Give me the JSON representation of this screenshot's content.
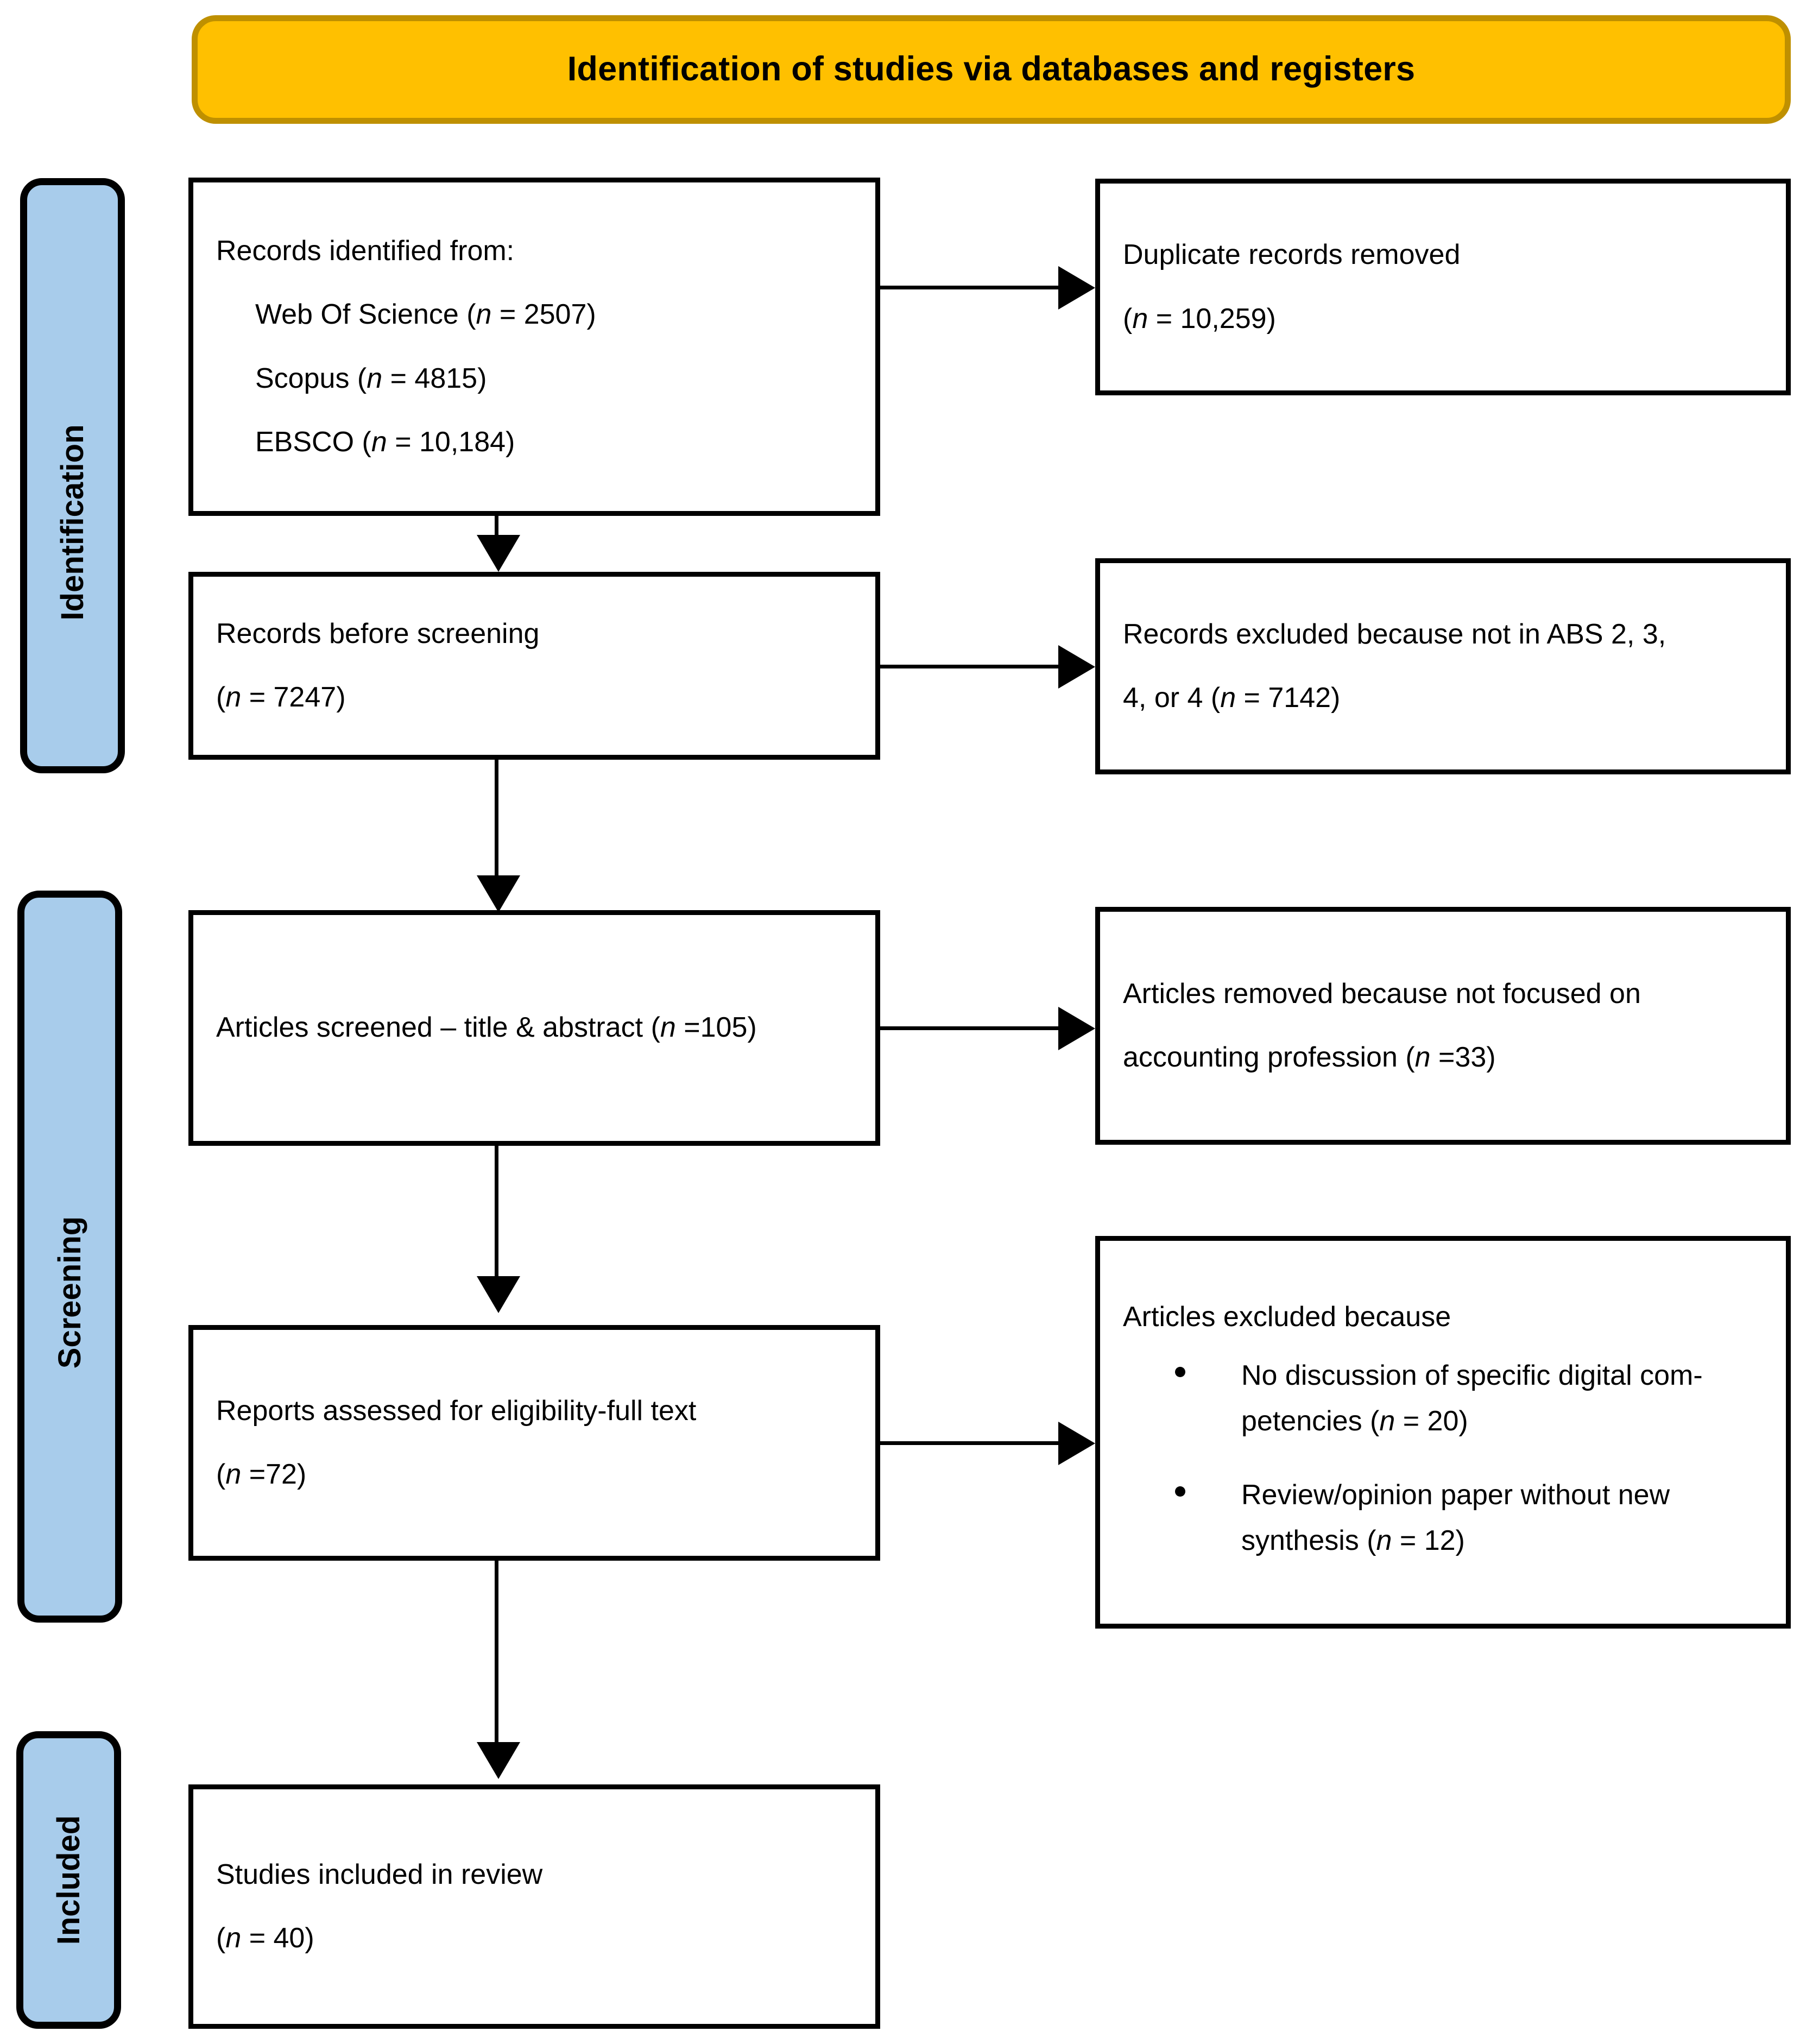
{
  "banner": {
    "title": "Identification of studies via databases and registers",
    "fill": "#FFC000",
    "border": "#BF9000"
  },
  "phases": {
    "fill": "#A8CCEB",
    "items": [
      {
        "label": "Identification"
      },
      {
        "label": "Screening"
      },
      {
        "label": "Included"
      }
    ]
  },
  "boxes": {
    "identified": {
      "heading": "Records identified from:",
      "sources": [
        {
          "pre": "Web Of Science (",
          "n": "n",
          "post": " = 2507)"
        },
        {
          "pre": "Scopus (",
          "n": "n",
          "post": " = 4815)"
        },
        {
          "pre": "EBSCO (",
          "n": "n",
          "post": " = 10,184)"
        }
      ]
    },
    "duplicates": {
      "line1": "Duplicate records removed",
      "line2_pre": "(",
      "line2_n": "n",
      "line2_post": " = 10,259)"
    },
    "before_screening": {
      "line1": "Records before screening",
      "line2_pre": "(",
      "line2_n": "n",
      "line2_post": " = 7247)"
    },
    "abs_excluded": {
      "line1": "Records excluded because not in ABS 2, 3,",
      "line2_pre": "4, or 4 (",
      "line2_n": "n",
      "line2_post": " = 7142)"
    },
    "screened": {
      "line1_pre": "Articles screened – title & abstract (",
      "line1_n": "n",
      "line1_post": " =105)"
    },
    "not_focused": {
      "line1": "Articles removed because not focused on",
      "line2_pre": "accounting profession (",
      "line2_n": "n",
      "line2_post": " =33)"
    },
    "eligibility": {
      "line1": "Reports assessed for eligibility-full text",
      "line2_pre": "(",
      "line2_n": "n",
      "line2_post": " =72)"
    },
    "excluded": {
      "heading": "Articles excluded because",
      "bullets": [
        {
          "pre": "No discussion of specific digital com-petencies (",
          "n": "n",
          "post": " = 20)"
        },
        {
          "pre": "Review/opinion paper without new synthesis (",
          "n": "n",
          "post": " = 12)"
        }
      ]
    },
    "included": {
      "line1": "Studies included in review",
      "line2_pre": "(",
      "line2_n": "n",
      "line2_post": " = 40)"
    }
  },
  "chart_data": {
    "type": "table",
    "title": "Identification of studies via databases and registers",
    "flow": [
      {
        "stage": "Identification",
        "node": "Records identified from Web Of Science",
        "n": 2507
      },
      {
        "stage": "Identification",
        "node": "Records identified from Scopus",
        "n": 4815
      },
      {
        "stage": "Identification",
        "node": "Records identified from EBSCO",
        "n": 10184
      },
      {
        "stage": "Identification",
        "node": "Duplicate records removed",
        "n": 10259
      },
      {
        "stage": "Identification",
        "node": "Records before screening",
        "n": 7247
      },
      {
        "stage": "Screening",
        "node": "Records excluded because not in ABS 2, 3, 4, or 4",
        "n": 7142
      },
      {
        "stage": "Screening",
        "node": "Articles screened – title & abstract",
        "n": 105
      },
      {
        "stage": "Screening",
        "node": "Articles removed because not focused on accounting profession",
        "n": 33
      },
      {
        "stage": "Screening",
        "node": "Reports assessed for eligibility-full text",
        "n": 72
      },
      {
        "stage": "Screening",
        "node": "Articles excluded: No discussion of specific digital competencies",
        "n": 20
      },
      {
        "stage": "Screening",
        "node": "Articles excluded: Review/opinion paper without new synthesis",
        "n": 12
      },
      {
        "stage": "Included",
        "node": "Studies included in review",
        "n": 40
      }
    ]
  }
}
